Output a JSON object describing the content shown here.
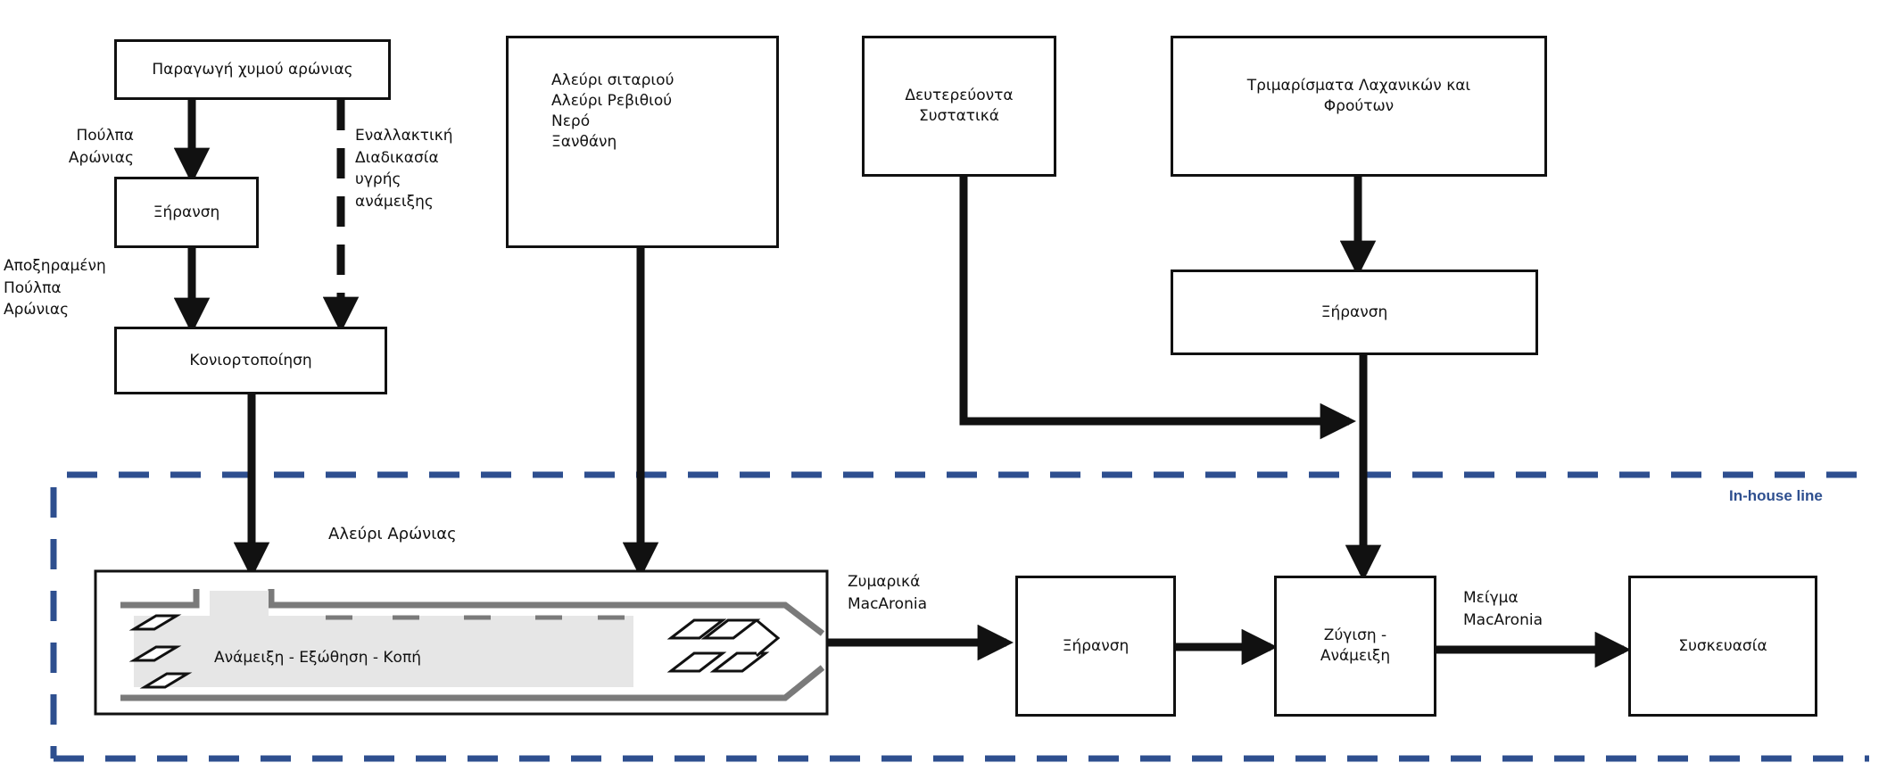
{
  "nodes": {
    "production": "Παραγωγή χυμού αρώνιας",
    "drying_1": "Ξήρανση",
    "pulverization": "Κονιορτοποίηση",
    "ingredients": "Αλεύρι σιταριού\nΑλεύρι Ρεβιθιού\nΝερό\nΞανθάνη",
    "secondary": "Δευτερεύοντα\nΣυστατικά",
    "trimmings": "Τριμαρίσματα Λαχανικών και\nΦρούτων",
    "drying_2": "Ξήρανση",
    "extruder": "Ανάμειξη - Εξώθηση - Κοπή",
    "drying_3": "Ξήρανση",
    "weighing": "Ζύγιση -\nΑνάμειξη",
    "packaging": "Συσκευασία"
  },
  "labels": {
    "pulp": "Πούλπα\nΑρώνιας",
    "dried_pulp": "Αποξηραμένη\nΠούλπα\nΑρώνιας",
    "alternative": "Εναλλακτική\nΔιαδικασία\nυγρής\nανάμειξης",
    "aronia_flour": "Αλεύρι  Αρώνιας",
    "pasta": "Ζυμαρικά\nMacAronia",
    "mixture": "Μείγμα\nMacAronia",
    "in_house": "In-house line"
  },
  "colors": {
    "line": "#111111",
    "in_house_border": "#2e4f8f",
    "extruder_fill": "#e6e6e6",
    "screw_gray": "#7a7a7a"
  }
}
